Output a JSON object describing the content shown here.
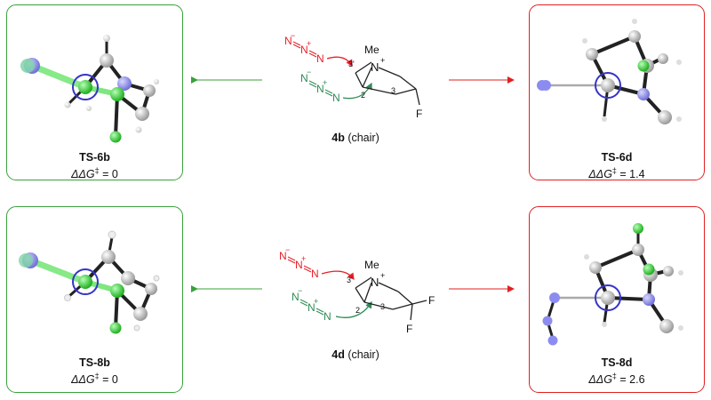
{
  "panels": {
    "ts6b": {
      "name": "TS-6b",
      "energy_label": "ΔΔG",
      "dagger": "‡",
      "energy_value": " = 0"
    },
    "ts6d": {
      "name": "TS-6d",
      "energy_label": "ΔΔG",
      "dagger": "‡",
      "energy_value": " = 1.4"
    },
    "ts8b": {
      "name": "TS-8b",
      "energy_label": "ΔΔG",
      "dagger": "‡",
      "energy_value": " = 0"
    },
    "ts8d": {
      "name": "TS-8d",
      "energy_label": "ΔΔG",
      "dagger": "‡",
      "energy_value": " = 2.6"
    }
  },
  "center_top": {
    "compound": "4b",
    "conformation": " (chair)",
    "methyl": "Me",
    "nitrogen": "N",
    "plus": "+",
    "minus": "−",
    "fluoro": "F",
    "pos3prime": "3'",
    "pos2": "2",
    "pos3": "3"
  },
  "center_bottom": {
    "compound": "4d",
    "conformation": " (chair)",
    "methyl": "Me",
    "nitrogen": "N",
    "plus": "+",
    "minus": "−",
    "fluoro1": "F",
    "fluoro2": "F",
    "pos3prime": "3'",
    "pos2": "2",
    "pos3": "3"
  },
  "colors": {
    "green": "#3aa13a",
    "red": "#e02020",
    "azide_red": "#e8202a",
    "azide_green": "#2e8b57",
    "nitrogen_blue": "#8c8cf0",
    "chlorine_green": "#35d035",
    "carbon_grey": "#b8b8b8"
  }
}
